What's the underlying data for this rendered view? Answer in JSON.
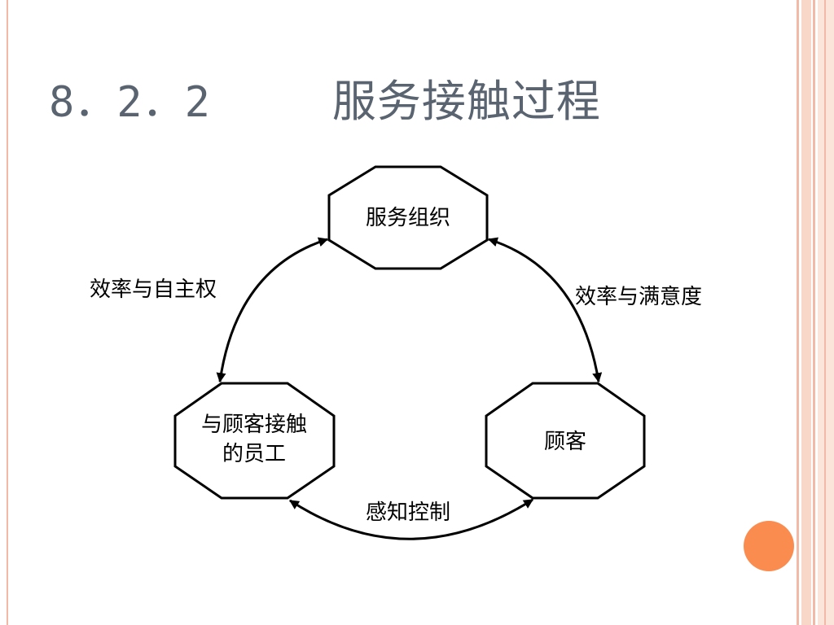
{
  "slide": {
    "section_number": "8．2．2",
    "section_title": "服务接触过程"
  },
  "diagram": {
    "nodes": {
      "organization": "服务组织",
      "employee_line1": "与顾客接触",
      "employee_line2": "的员工",
      "customer": "顾客"
    },
    "edges": {
      "org_employee": "效率与自主权",
      "org_customer": "效率与满意度",
      "employee_customer": "感知控制"
    }
  },
  "colors": {
    "title": "#5a6470",
    "accent_dot": "#fb8c4f",
    "border": "#f3b9a6"
  }
}
